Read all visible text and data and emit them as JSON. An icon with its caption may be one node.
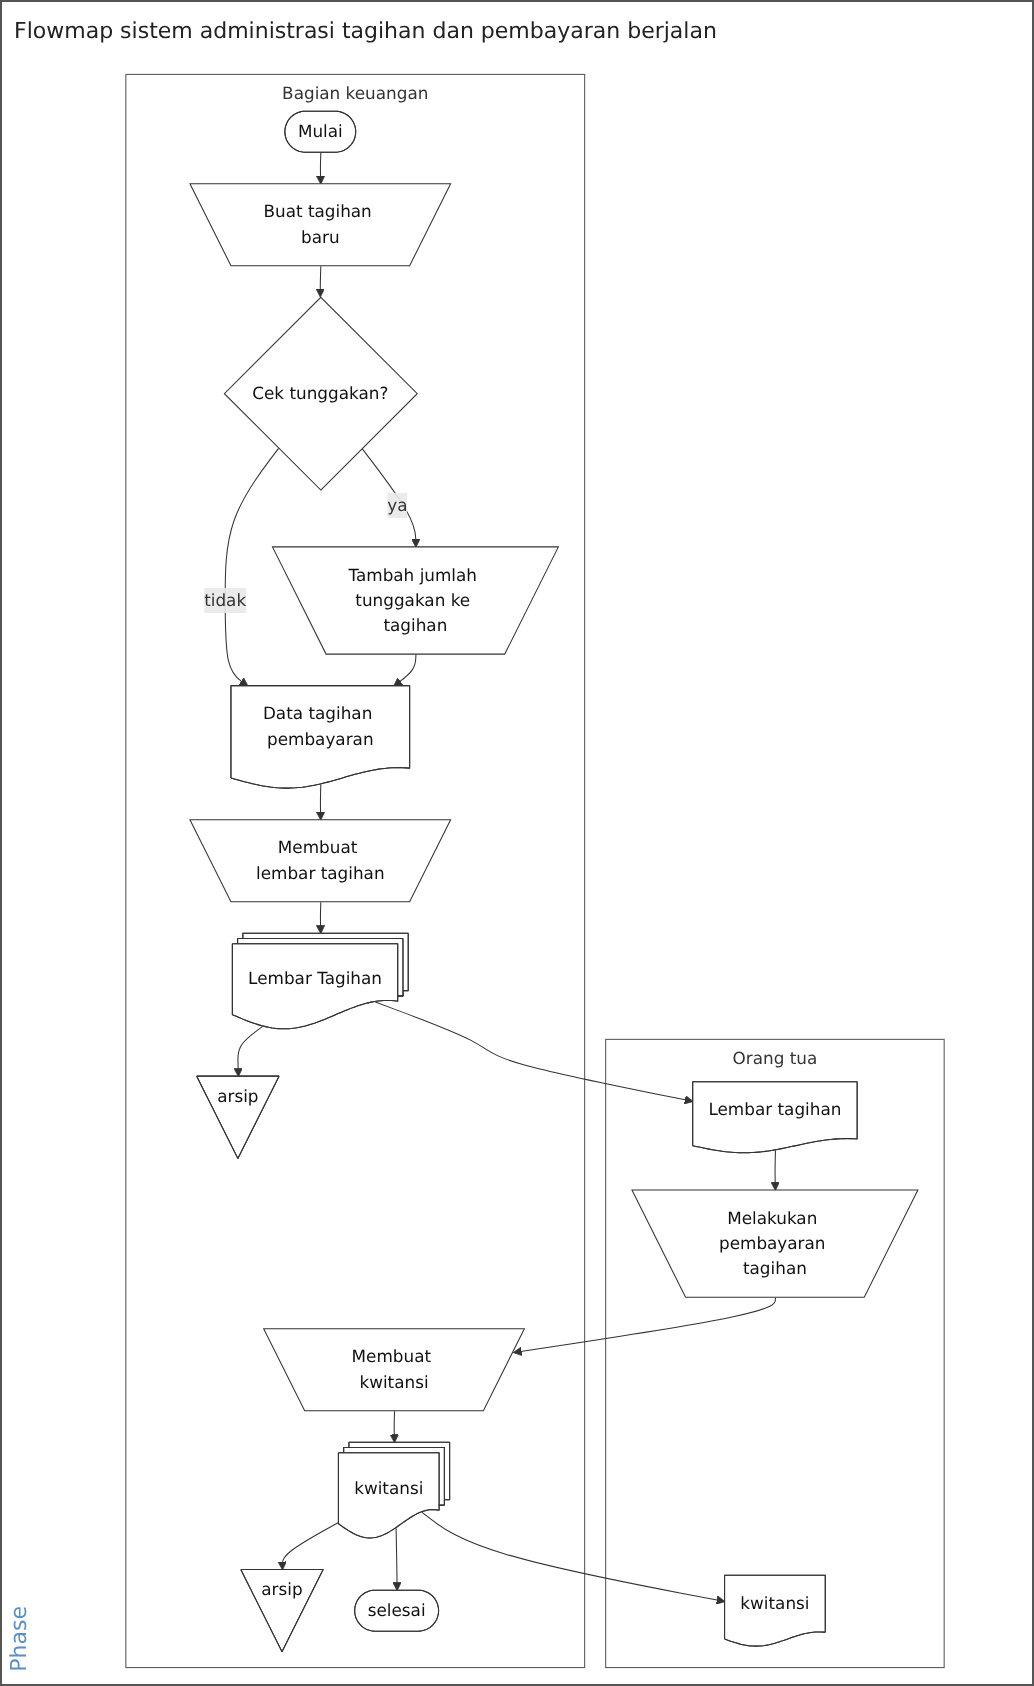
{
  "diagram": {
    "title": "Flowmap sistem administrasi tagihan dan pembayaran berjalan",
    "nodes": [
      {
        "text": [
          "Bagian keuangan"
        ]
      },
      {
        "text": [
          "Orang tua"
        ]
      },
      {
        "text": [
          "Mulai"
        ],
        "in": 0
      },
      {
        "text": [
          "Buat tagihan baru"
        ],
        "in": 0
      },
      {
        "text": [
          "Cek tunggakan?"
        ],
        "in": 0
      },
      {
        "text": [
          "Tambah jumlah tunggakan ke tagihan"
        ],
        "in": 0
      },
      {
        "text": [
          "Data tagihan pembayaran"
        ],
        "in": 0
      },
      {
        "text": [
          "Membuat lembar tagihan"
        ],
        "in": 0
      },
      {
        "text": [
          "Lembar Tagihan"
        ],
        "in": 0
      },
      {
        "text": [
          "arsip"
        ],
        "in": 0
      },
      {
        "text": [
          "Membuat kwitansi"
        ],
        "in": 0
      },
      {
        "text": [
          "kwitansi"
        ],
        "in": 0
      },
      {
        "text": [
          "arsip"
        ],
        "in": 0
      },
      {
        "text": [
          "selesai"
        ],
        "in": 0
      },
      {
        "text": [
          "Lembar tagihan"
        ],
        "in": 1
      },
      {
        "text": [
          "Melakukan pembayaran tagihan"
        ],
        "in": 1
      },
      {
        "text": [
          "kwitansi"
        ],
        "in": 1
      }
    ],
    "edges": [
      {
        "from": 2,
        "to": 3,
        "arrow": "to"
      },
      {
        "from": 3,
        "to": 4,
        "arrow": "to"
      },
      {
        "from": 4,
        "to": 5,
        "arrow": "to",
        "label": "ya"
      },
      {
        "from": 4,
        "to": 6,
        "arrow": "to",
        "label": "tidak"
      },
      {
        "from": 5,
        "to": 6,
        "arrow": "to"
      },
      {
        "from": 6,
        "to": 7,
        "arrow": "to"
      },
      {
        "from": 7,
        "to": 8,
        "arrow": "to"
      },
      {
        "from": 8,
        "to": 9,
        "arrow": "to"
      },
      {
        "from": 8,
        "to": 14,
        "arrow": "to"
      },
      {
        "from": 14,
        "to": 15,
        "arrow": "to"
      },
      {
        "from": 15,
        "to": 10,
        "arrow": "to"
      },
      {
        "from": 10,
        "to": 11,
        "arrow": "to"
      },
      {
        "from": 11,
        "to": 12,
        "arrow": "to"
      },
      {
        "from": 11,
        "to": 16,
        "arrow": "to"
      },
      {
        "from": 11,
        "to": 13,
        "arrow": "to"
      }
    ],
    "labels": [
      "Phase"
    ]
  }
}
